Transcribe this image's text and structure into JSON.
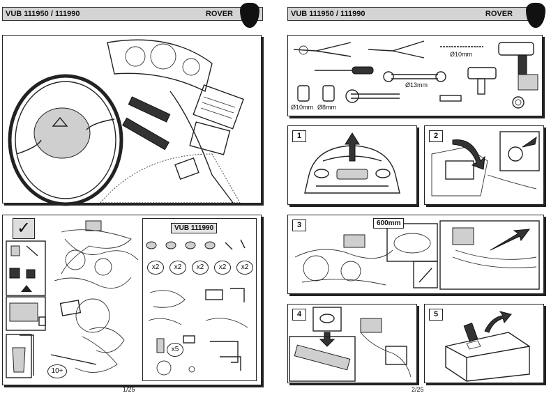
{
  "left_page": {
    "header": {
      "title": "VUB 111950 / 111990",
      "brand": "ROVER"
    },
    "kit": {
      "tag": "VUB 111990",
      "multipliers": [
        "x2",
        "x2",
        "x2",
        "x2",
        "x2"
      ],
      "x5": "x5",
      "tie_count": "10+"
    },
    "page_number": "1/25"
  },
  "right_page": {
    "header": {
      "title": "VUB 111950 / 111990",
      "brand": "ROVER"
    },
    "tools": {
      "drill_bit": "Ø10mm",
      "wrench": "Ø13mm",
      "socket1": "Ø10mm",
      "socket2": "Ø8mm"
    },
    "steps": [
      {
        "number": "1"
      },
      {
        "number": "2"
      },
      {
        "number": "3",
        "length": "600mm"
      },
      {
        "number": "4"
      },
      {
        "number": "5"
      }
    ],
    "page_number": "2/25"
  }
}
